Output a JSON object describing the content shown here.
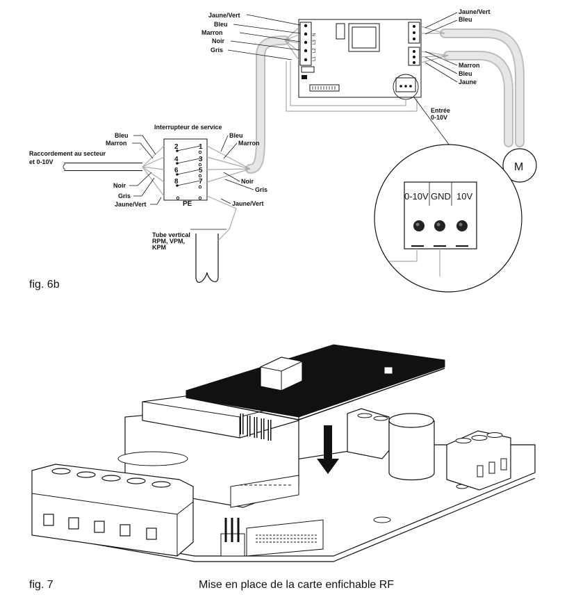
{
  "fig6b": {
    "caption": "fig. 6b",
    "left_wires": [
      "Jaune/Vert",
      "Bleu",
      "Marron",
      "Noir",
      "Gris"
    ],
    "right_wires": [
      "Jaune/Vert",
      "Bleu"
    ],
    "right_wires_lower": [
      "Marron",
      "Bleu",
      "Jaune"
    ],
    "input_label_1": "Entrée",
    "input_label_2": "0-10V",
    "motor_label": "M",
    "switch_title": "Interrupteur de service",
    "mains_label_1": "Raccordement au secteur",
    "mains_label_2": "et 0-10V",
    "switch_left_top": [
      "Bleu",
      "Marron"
    ],
    "switch_right_top": [
      "Bleu",
      "Marron"
    ],
    "switch_left_bottom": [
      "Noir",
      "Gris",
      "Jaune/Vert"
    ],
    "switch_right_bottom": [
      "Noir",
      "Gris",
      "Jaune/Vert"
    ],
    "switch_pins": [
      "2",
      "1",
      "4",
      "3",
      "6",
      "5",
      "8",
      "7"
    ],
    "switch_pe": "PE",
    "tube_label": [
      "Tube vertical",
      "RPM, VPM,",
      "KPM"
    ],
    "board_terminals": [
      "L1",
      "L2",
      "L3",
      "N"
    ],
    "zoom_terminals": [
      "0-10V",
      "GND",
      "10V"
    ]
  },
  "fig7": {
    "caption": "fig. 7",
    "title": "Mise en place de la carte enfichable RF"
  }
}
